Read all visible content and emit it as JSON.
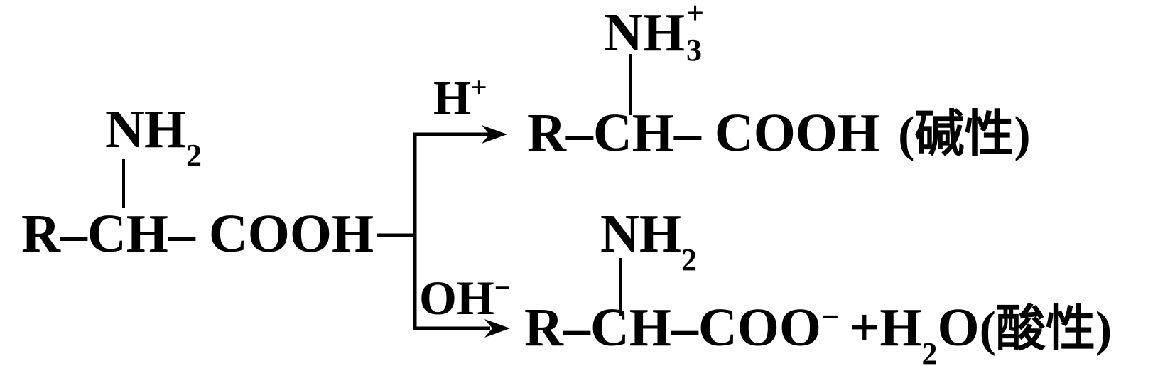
{
  "colors": {
    "ink": "#000000",
    "background": "#ffffff"
  },
  "diagram": {
    "description": "amino-acid-amphoteric-reaction-branch-diagram",
    "reactant": {
      "amine": {
        "main": "NH",
        "sub": "2"
      },
      "chain": "R–CH– COOH"
    },
    "branch": {
      "top_reagent": {
        "main": "H",
        "sup": "+"
      },
      "bottom_reagent": {
        "main": "OH",
        "sup": "−"
      }
    },
    "top_product": {
      "amine": {
        "main": "NH",
        "sub": "3",
        "sup": "+"
      },
      "chain": "R–CH– COOH",
      "note": "(碱性)"
    },
    "bottom_product": {
      "amine": {
        "main": "NH",
        "sub": "2"
      },
      "chain": "R–CH–COO",
      "charge": "−",
      "plus_water": {
        "lead": "+H",
        "sub": "2",
        "tail": "O"
      },
      "note": "(酸性)"
    }
  }
}
